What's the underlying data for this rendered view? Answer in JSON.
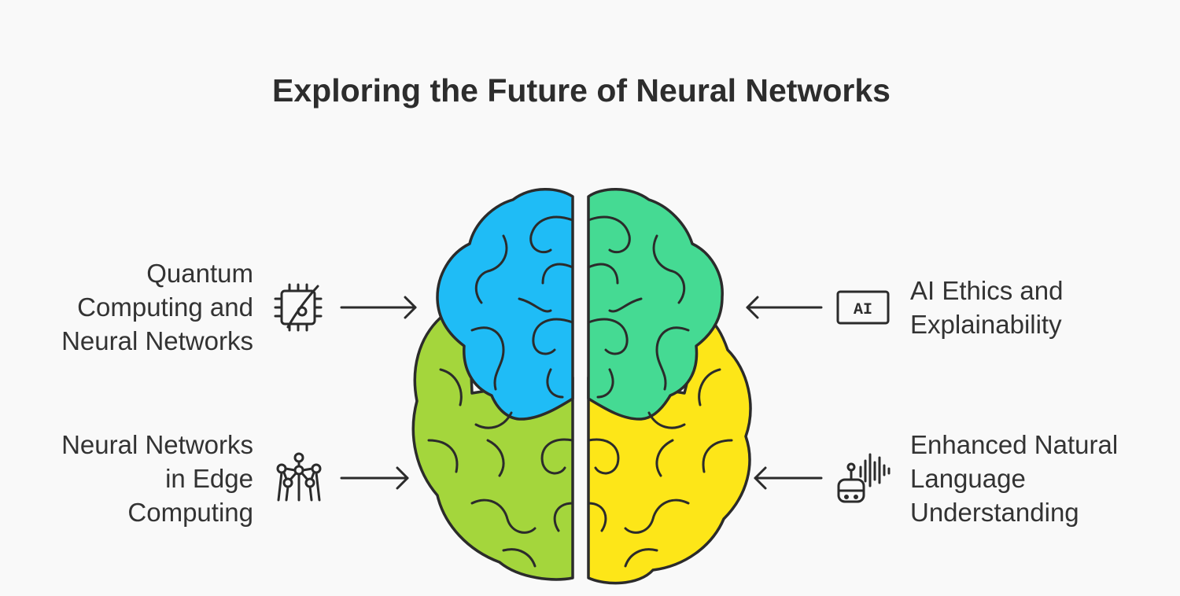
{
  "title": "Exploring the Future of Neural Networks",
  "colors": {
    "blue": "#1fbcf6",
    "green": "#a4d63c",
    "teal": "#45da93",
    "yellow": "#fde618",
    "outline": "#2b2b2b",
    "background": "#f9f9f9"
  },
  "items": [
    {
      "position": "left-top",
      "icon": "quantum-chip-icon",
      "lines": [
        "Quantum",
        "Computing and",
        "Neural Networks"
      ]
    },
    {
      "position": "left-bottom",
      "icon": "edge-network-icon",
      "lines": [
        "Neural Networks",
        "in Edge",
        "Computing"
      ]
    },
    {
      "position": "right-top",
      "icon": "ai-badge-icon",
      "icon_text": "AI",
      "lines": [
        "AI Ethics and",
        "Explainability"
      ]
    },
    {
      "position": "right-bottom",
      "icon": "voice-robot-icon",
      "lines": [
        "Enhanced Natural",
        "Language",
        "Understanding"
      ]
    }
  ]
}
